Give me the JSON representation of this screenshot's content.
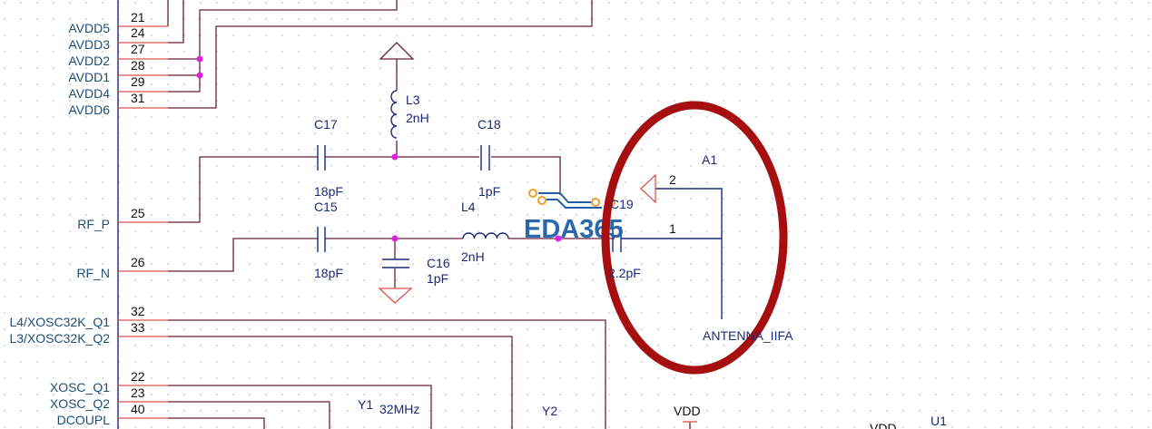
{
  "pins": [
    {
      "num": "21",
      "net": "AVDD5"
    },
    {
      "num": "24",
      "net": "AVDD3"
    },
    {
      "num": "27",
      "net": "AVDD2"
    },
    {
      "num": "28",
      "net": "AVDD1"
    },
    {
      "num": "29",
      "net": "AVDD4"
    },
    {
      "num": "31",
      "net": "AVDD6"
    },
    {
      "num": "25",
      "net": "RF_P"
    },
    {
      "num": "26",
      "net": "RF_N"
    },
    {
      "num": "32",
      "net": "L4/XOSC32K_Q1"
    },
    {
      "num": "33",
      "net": "L3/XOSC32K_Q2"
    },
    {
      "num": "22",
      "net": "XOSC_Q1"
    },
    {
      "num": "23",
      "net": "XOSC_Q2"
    },
    {
      "num": "40",
      "net": "DCOUPL"
    }
  ],
  "components": {
    "c17": {
      "ref": "C17",
      "value": "18pF"
    },
    "c18": {
      "ref": "C18",
      "value": "1pF"
    },
    "c15": {
      "ref": "C15",
      "value": "18pF"
    },
    "c16": {
      "ref": "C16",
      "value": "1pF"
    },
    "c19": {
      "ref": "C19",
      "value": "2.2pF"
    },
    "l3": {
      "ref": "L3",
      "value": "2nH"
    },
    "l4": {
      "ref": "L4",
      "value": "2nH"
    },
    "a1": {
      "ref": "A1",
      "value": "ANTENNA_IIFA",
      "pin1": "1",
      "pin2": "2"
    },
    "y1": {
      "ref": "Y1",
      "value": "32MHz"
    },
    "y2": {
      "ref": "Y2"
    },
    "u1": {
      "ref": "U1"
    }
  },
  "power": {
    "vdd1": "VDD",
    "vdd2": "VDD"
  },
  "watermark": "EDA365",
  "colors": {
    "wire": "#6b1f3f",
    "highlight": "#a50f10",
    "junction": "#e020e0"
  }
}
